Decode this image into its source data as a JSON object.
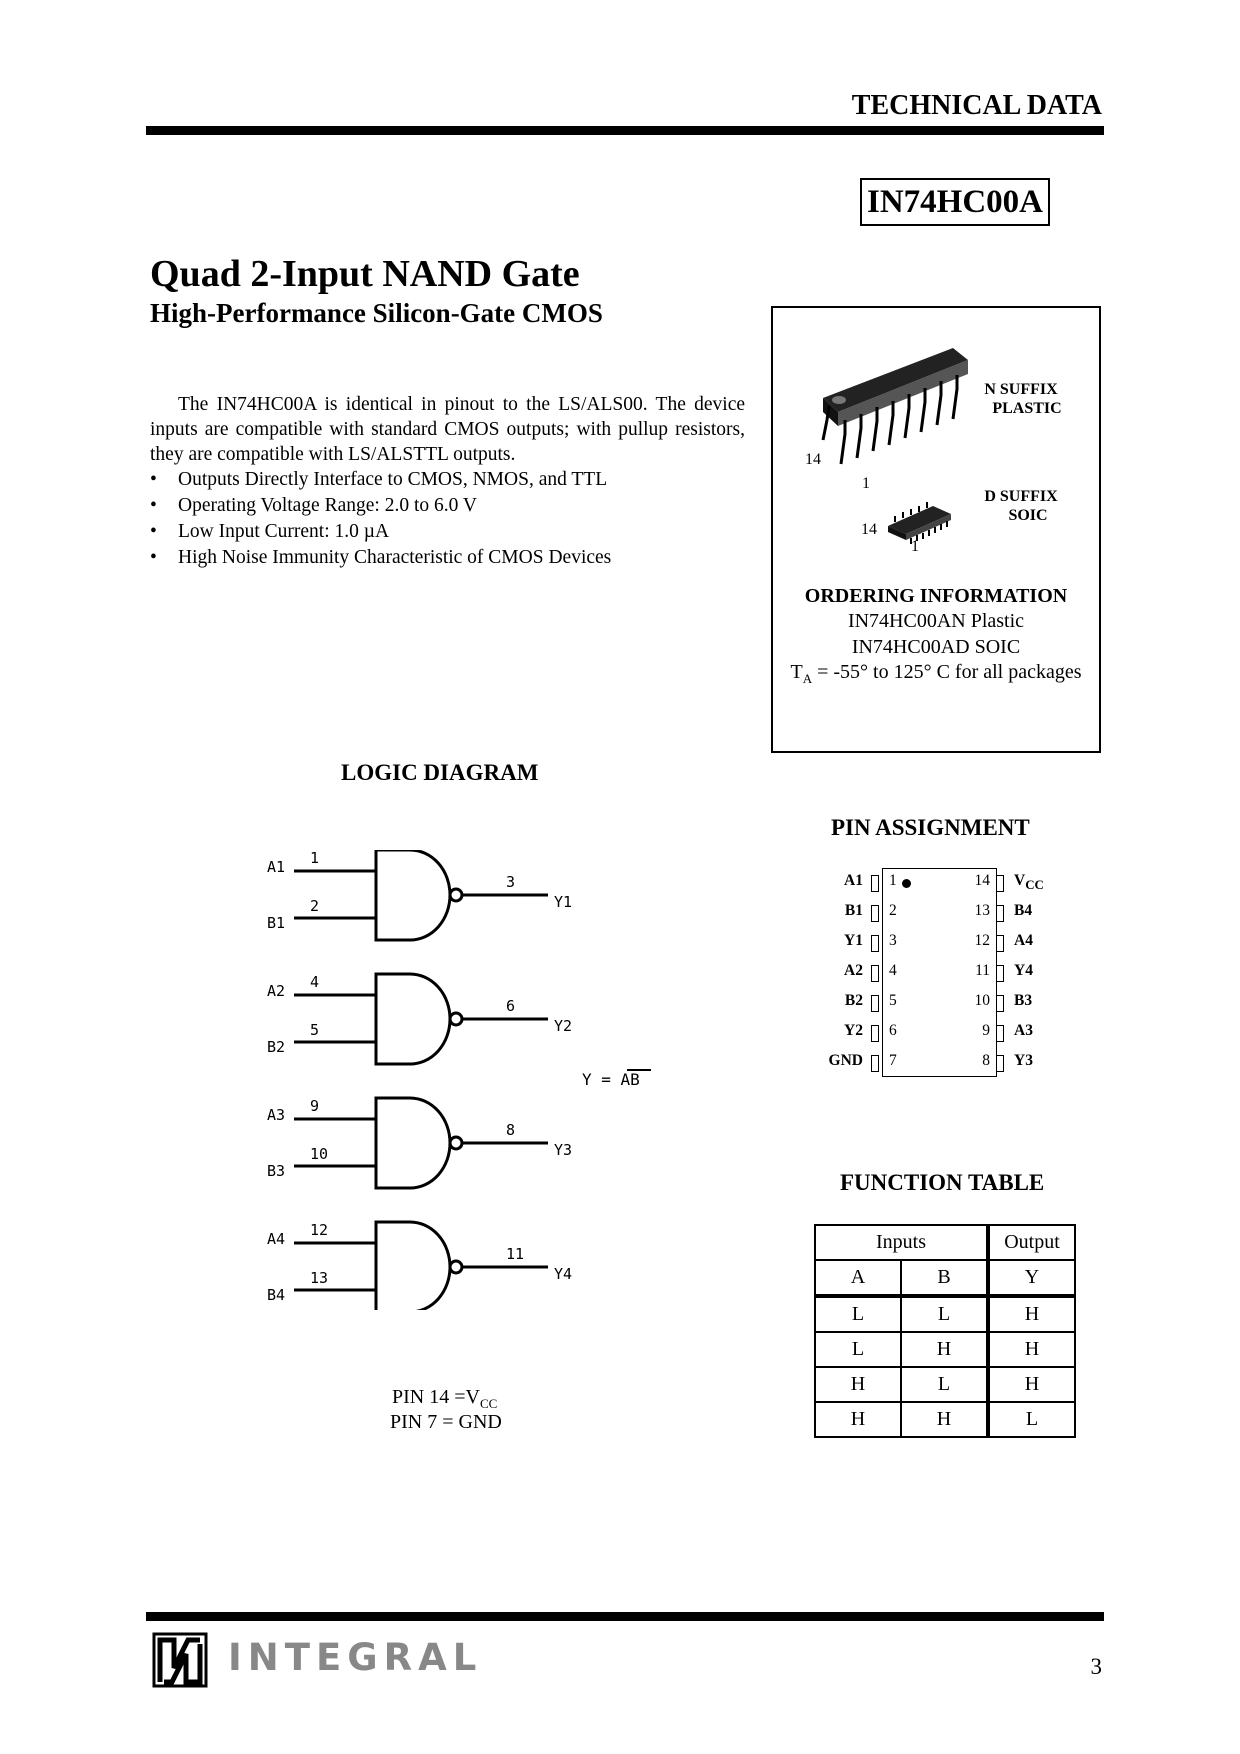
{
  "header": {
    "section_title": "TECHNICAL DATA",
    "part_number": "IN74HC00A"
  },
  "title": "Quad 2-Input NAND Gate",
  "subtitle": "High-Performance Silicon-Gate CMOS",
  "description": "The IN74HC00A is identical in pinout to the LS/ALS00. The device inputs are compatible with standard CMOS outputs; with pullup resistors, they are compatible with LS/ALSTTL outputs.",
  "features": [
    "Outputs Directly Interface to CMOS, NMOS, and TTL",
    "Operating Voltage Range: 2.0 to 6.0 V",
    "Low Input Current: 1.0 µA",
    "High Noise Immunity Characteristic of CMOS Devices"
  ],
  "packages": {
    "n_suffix": "N SUFFIX",
    "n_type": "PLASTIC",
    "d_suffix": "D SUFFIX",
    "d_type": "SOIC",
    "pin_14": "14",
    "pin_1": "1"
  },
  "ordering": {
    "title": "ORDERING INFORMATION",
    "line1": "IN74HC00AN Plastic",
    "line2": "IN74HC00AD SOIC",
    "ta_prefix": "T",
    "ta_sub": "A",
    "ta_rest": " = -55° to 125° C for all packages"
  },
  "logic_diagram": {
    "title": "LOGIC DIAGRAM",
    "equation": "Y = AB",
    "gates": [
      {
        "a": "A1",
        "b": "B1",
        "y": "Y1",
        "pa": "1",
        "pb": "2",
        "py": "3"
      },
      {
        "a": "A2",
        "b": "B2",
        "y": "Y2",
        "pa": "4",
        "pb": "5",
        "py": "6"
      },
      {
        "a": "A3",
        "b": "B3",
        "y": "Y3",
        "pa": "9",
        "pb": "10",
        "py": "8"
      },
      {
        "a": "A4",
        "b": "B4",
        "y": "Y4",
        "pa": "12",
        "pb": "13",
        "py": "11"
      }
    ],
    "pin14_prefix": "PIN 14 =V",
    "pin14_sub": "CC",
    "pin7": "PIN 7 = GND"
  },
  "pin_assignment": {
    "title": "PIN ASSIGNMENT",
    "left": [
      {
        "name": "A1",
        "pin": "1"
      },
      {
        "name": "B1",
        "pin": "2"
      },
      {
        "name": "Y1",
        "pin": "3"
      },
      {
        "name": "A2",
        "pin": "4"
      },
      {
        "name": "B2",
        "pin": "5"
      },
      {
        "name": "Y2",
        "pin": "6"
      },
      {
        "name": "GND",
        "pin": "7"
      }
    ],
    "right": [
      {
        "name": "V",
        "sub": "CC",
        "pin": "14"
      },
      {
        "name": "B4",
        "pin": "13"
      },
      {
        "name": "A4",
        "pin": "12"
      },
      {
        "name": "Y4",
        "pin": "11"
      },
      {
        "name": "B3",
        "pin": "10"
      },
      {
        "name": "A3",
        "pin": "9"
      },
      {
        "name": "Y3",
        "pin": "8"
      }
    ]
  },
  "function_table": {
    "title": "FUNCTION TABLE",
    "group_inputs": "Inputs",
    "group_output": "Output",
    "headers": [
      "A",
      "B",
      "Y"
    ],
    "rows": [
      [
        "L",
        "L",
        "H"
      ],
      [
        "L",
        "H",
        "H"
      ],
      [
        "H",
        "L",
        "H"
      ],
      [
        "H",
        "H",
        "L"
      ]
    ]
  },
  "footer": {
    "logo_text": "INTEGRAL",
    "page_number": "3"
  }
}
